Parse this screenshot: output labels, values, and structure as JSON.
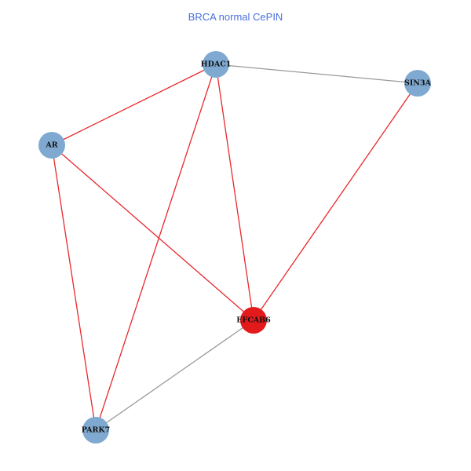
{
  "title": "BRCA normal CePIN",
  "colors": {
    "title": "#4a6fdc",
    "default_node": "#7fa9d0",
    "highlight_node": "#e31a1c",
    "highlight_edge": "#e8282c",
    "default_edge": "#999999"
  },
  "graph": {
    "nodes": [
      {
        "id": "HDAC1",
        "label": "HDAC1",
        "highlight": false
      },
      {
        "id": "SIN3A",
        "label": "SIN3A",
        "highlight": false
      },
      {
        "id": "AR",
        "label": "AR",
        "highlight": false
      },
      {
        "id": "EFCAB6",
        "label": "EFCAB6",
        "highlight": true
      },
      {
        "id": "PARK7",
        "label": "PARK7",
        "highlight": false
      }
    ],
    "edges": [
      {
        "source": "HDAC1",
        "target": "SIN3A",
        "highlight": false
      },
      {
        "source": "HDAC1",
        "target": "AR",
        "highlight": true
      },
      {
        "source": "HDAC1",
        "target": "PARK7",
        "highlight": true
      },
      {
        "source": "HDAC1",
        "target": "EFCAB6",
        "highlight": true
      },
      {
        "source": "SIN3A",
        "target": "EFCAB6",
        "highlight": true
      },
      {
        "source": "AR",
        "target": "EFCAB6",
        "highlight": true
      },
      {
        "source": "AR",
        "target": "PARK7",
        "highlight": true
      },
      {
        "source": "EFCAB6",
        "target": "PARK7",
        "highlight": false
      }
    ]
  }
}
